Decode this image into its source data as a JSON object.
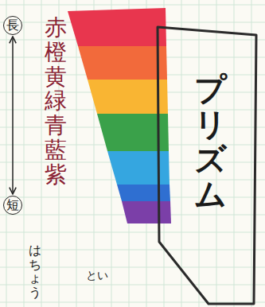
{
  "diagram": {
    "nodes": [
      {
        "text": [
          "プリズム"
        ]
      },
      {
        "text": [
          "長"
        ]
      },
      {
        "text": [
          "短"
        ]
      }
    ],
    "edges": [
      {
        "from": 1,
        "to": 2,
        "arrow": "both"
      }
    ],
    "labels": [
      "赤橙黄緑青藍紫",
      "はちょう",
      "とい"
    ]
  }
}
